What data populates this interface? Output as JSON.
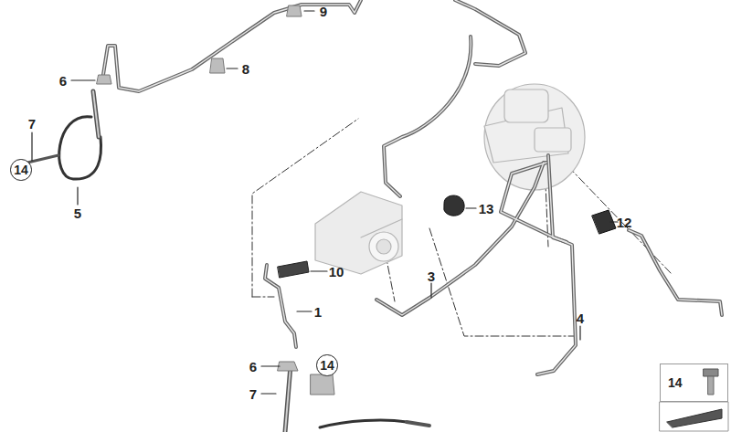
{
  "diagram": {
    "nodes": [
      {
        "text": [
          "14"
        ]
      },
      {
        "text": [
          "14"
        ]
      },
      {
        "text": [
          "14"
        ]
      }
    ],
    "labels": [
      "9",
      "6",
      "8",
      "7",
      "5",
      "13",
      "12",
      "10",
      "1",
      "3",
      "4",
      "6",
      "7"
    ]
  }
}
